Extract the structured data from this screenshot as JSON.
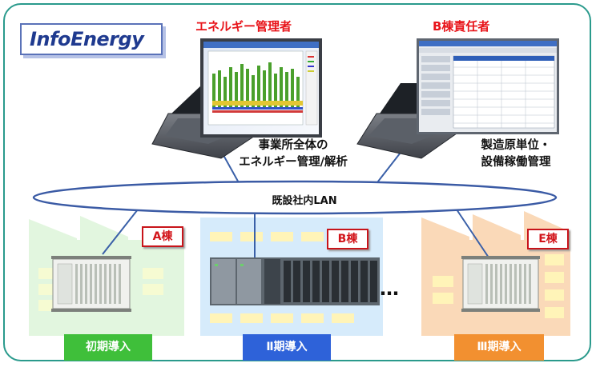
{
  "logo": {
    "text": "InfoEnergy"
  },
  "roles": {
    "energy_manager": {
      "title": "エネルギー管理者",
      "caption_line1": "事業所全体の",
      "caption_line2": "エネルギー管理/解析"
    },
    "building_b_manager": {
      "title": "B棟責任者",
      "caption_line1": "製造原単位・",
      "caption_line2": "設備稼働管理"
    }
  },
  "network": {
    "label": "既設社内LAN"
  },
  "buildings": [
    {
      "label": "A棟",
      "phase": "初期導入",
      "phase_color": "#3fbf3a",
      "building_color": "#e2f6df"
    },
    {
      "label": "B棟",
      "phase": "Ⅱ期導入",
      "phase_color": "#2e62d9",
      "building_color": "#d9ecfb"
    },
    {
      "label": "E棟",
      "phase": "Ⅲ期導入",
      "phase_color": "#f29030",
      "building_color": "#fad9b8"
    }
  ],
  "ellipsis": "…",
  "colors": {
    "frame": "#2a9a8c",
    "accent_red": "#e8141a",
    "window_yellow": "#fff4b8"
  }
}
